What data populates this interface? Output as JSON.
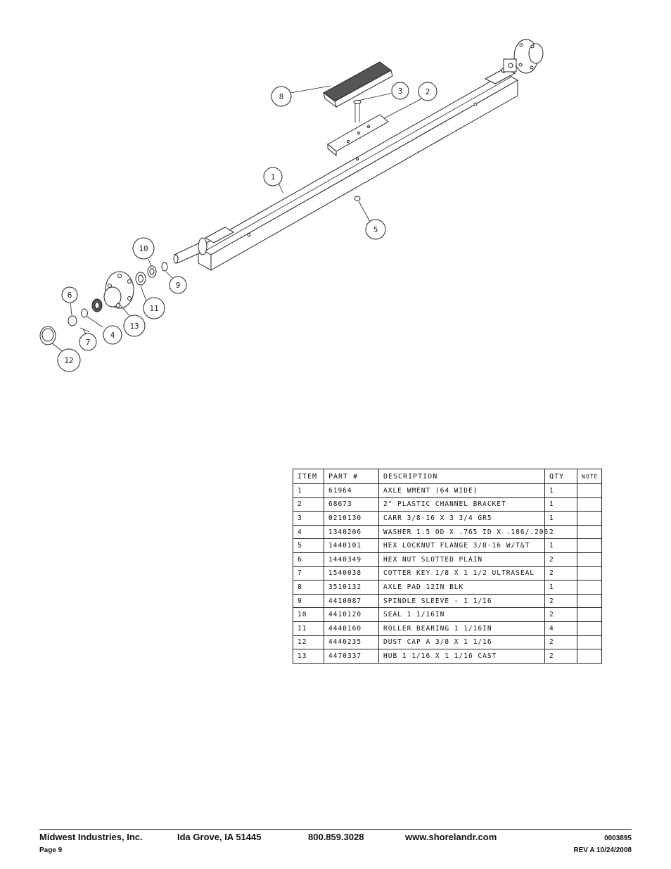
{
  "diagram": {
    "callouts": [
      {
        "id": "callout-8",
        "label": "8"
      },
      {
        "id": "callout-3",
        "label": "3"
      },
      {
        "id": "callout-2",
        "label": "2"
      },
      {
        "id": "callout-1",
        "label": "1"
      },
      {
        "id": "callout-5",
        "label": "5"
      },
      {
        "id": "callout-10",
        "label": "10"
      },
      {
        "id": "callout-9",
        "label": "9"
      },
      {
        "id": "callout-11",
        "label": "11"
      },
      {
        "id": "callout-6",
        "label": "6"
      },
      {
        "id": "callout-13",
        "label": "13"
      },
      {
        "id": "callout-4",
        "label": "4"
      },
      {
        "id": "callout-7",
        "label": "7"
      },
      {
        "id": "callout-12",
        "label": "12"
      }
    ]
  },
  "table": {
    "headers": {
      "item": "ITEM",
      "part": "PART #",
      "description": "DESCRIPTION",
      "qty": "QTY",
      "note": "NOTE"
    },
    "rows": [
      {
        "item": "1",
        "part": "61964",
        "description": "AXLE WMENT (64 WIDE)",
        "qty": "1",
        "note": ""
      },
      {
        "item": "2",
        "part": "68673",
        "description": "2\" PLASTIC CHANNEL BRACKET",
        "qty": "1",
        "note": ""
      },
      {
        "item": "3",
        "part": "0210130",
        "description": "CARR 3/8-16 X 3 3/4 GR5",
        "qty": "1",
        "note": ""
      },
      {
        "item": "4",
        "part": "1340206",
        "description": "WASHER 1.5 OD X .765 ID X .186/.206",
        "qty": "2",
        "note": ""
      },
      {
        "item": "5",
        "part": "1440101",
        "description": "HEX LOCKNUT FLANGE 3/8-16 W/T&T",
        "qty": "1",
        "note": ""
      },
      {
        "item": "6",
        "part": "1440349",
        "description": "HEX NUT SLOTTED PLAIN",
        "qty": "2",
        "note": ""
      },
      {
        "item": "7",
        "part": "1540038",
        "description": "COTTER KEY 1/8 X 1 1/2 ULTRASEAL",
        "qty": "2",
        "note": ""
      },
      {
        "item": "8",
        "part": "3510132",
        "description": "AXLE PAD 12IN BLK",
        "qty": "1",
        "note": ""
      },
      {
        "item": "9",
        "part": "4410087",
        "description": "SPINDLE SLEEVE - 1 1/16",
        "qty": "2",
        "note": ""
      },
      {
        "item": "10",
        "part": "4410120",
        "description": "SEAL 1 1/16IN",
        "qty": "2",
        "note": ""
      },
      {
        "item": "11",
        "part": "4440160",
        "description": "ROLLER BEARING 1 1/16IN",
        "qty": "4",
        "note": ""
      },
      {
        "item": "12",
        "part": "4440235",
        "description": "DUST CAP A 3/8 X 1 1/16",
        "qty": "2",
        "note": ""
      },
      {
        "item": "13",
        "part": "4470337",
        "description": "HUB 1 1/16 X 1 1/16 CAST",
        "qty": "2",
        "note": ""
      }
    ]
  },
  "footer": {
    "company": "Midwest Industries, Inc.",
    "location": "Ida Grove, IA  51445",
    "phone": "800.859.3028",
    "website": "www.shorelandr.com",
    "doc_number": "0003895",
    "page": "Page 9",
    "revision": "REV A  10/24/2008"
  }
}
